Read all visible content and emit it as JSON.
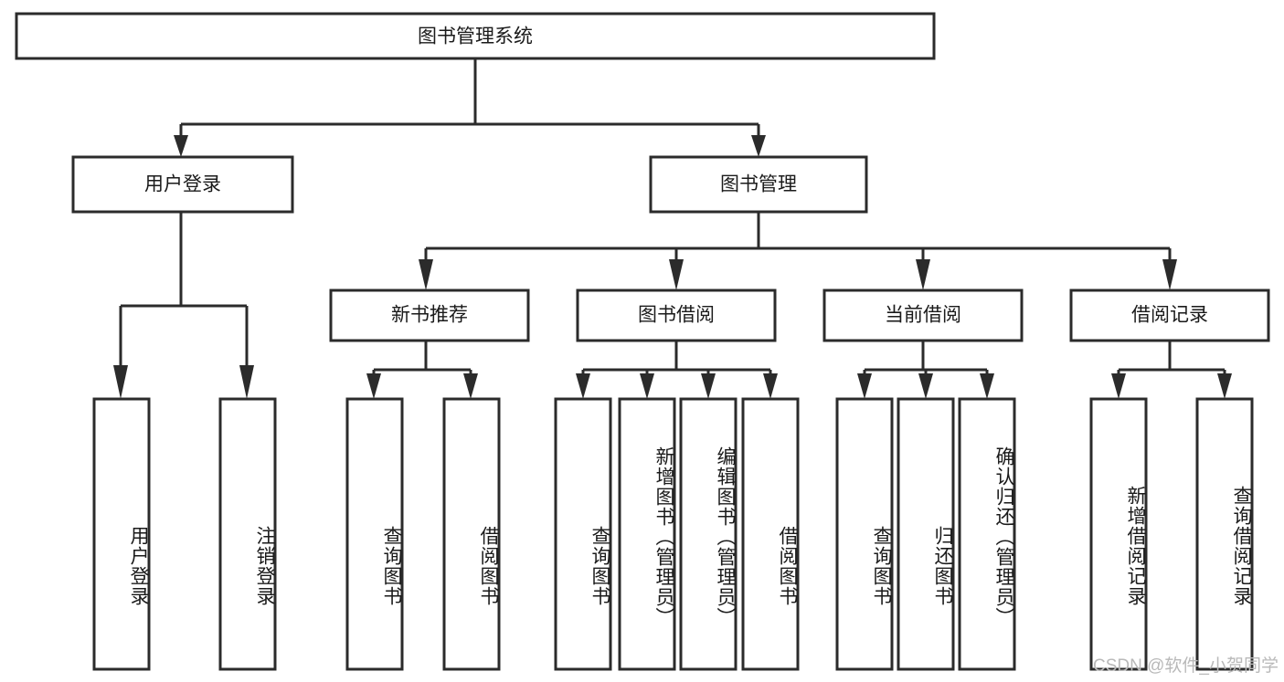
{
  "diagram": {
    "title_node": {
      "id": "root",
      "label": "图书管理系统"
    },
    "level2": [
      {
        "id": "user-login",
        "label": "用户登录"
      },
      {
        "id": "book-manage",
        "label": "图书管理"
      }
    ],
    "level3": [
      {
        "id": "new-book-recommend",
        "label": "新书推荐"
      },
      {
        "id": "book-borrow",
        "label": "图书借阅"
      },
      {
        "id": "current-borrow",
        "label": "当前借阅"
      },
      {
        "id": "borrow-record",
        "label": "借阅记录"
      }
    ],
    "leaves": [
      {
        "id": "leaf-user-login",
        "label": "用户登录",
        "parent": "user-login"
      },
      {
        "id": "leaf-logout-login",
        "label": "注销登录",
        "parent": "user-login"
      },
      {
        "id": "leaf-query-book-1",
        "label": "查询图书",
        "parent": "new-book-recommend"
      },
      {
        "id": "leaf-borrow-book-1",
        "label": "借阅图书",
        "parent": "new-book-recommend"
      },
      {
        "id": "leaf-query-book-2",
        "label": "查询图书",
        "parent": "book-borrow"
      },
      {
        "id": "leaf-add-book",
        "label": "新增图书（管理员）",
        "parent": "book-borrow"
      },
      {
        "id": "leaf-edit-book",
        "label": "编辑图书（管理员）",
        "parent": "book-borrow"
      },
      {
        "id": "leaf-borrow-book-2",
        "label": "借阅图书",
        "parent": "book-borrow"
      },
      {
        "id": "leaf-query-book-3",
        "label": "查询图书",
        "parent": "current-borrow"
      },
      {
        "id": "leaf-return-book",
        "label": "归还图书",
        "parent": "current-borrow"
      },
      {
        "id": "leaf-confirm-return",
        "label": "确认归还（管理员）",
        "parent": "current-borrow"
      },
      {
        "id": "leaf-add-record",
        "label": "新增借阅记录",
        "parent": "borrow-record"
      },
      {
        "id": "leaf-query-record",
        "label": "查询借阅记录",
        "parent": "borrow-record"
      }
    ],
    "colors": {
      "stroke": "#2b2b2b",
      "fill": "#ffffff",
      "text": "#1a1a1a",
      "watermark": "#b9b9b9"
    }
  },
  "watermark": {
    "text": "CSDN @软件_小贺同学"
  }
}
